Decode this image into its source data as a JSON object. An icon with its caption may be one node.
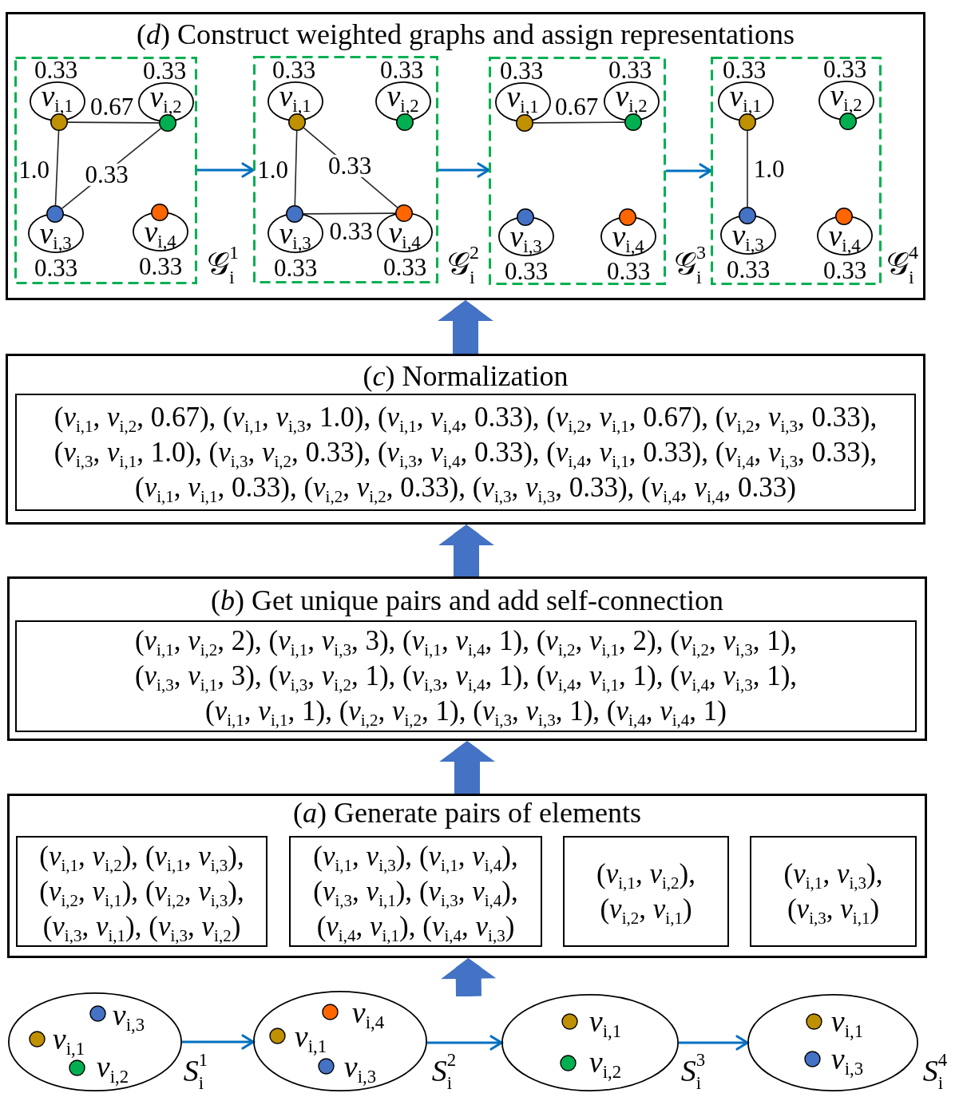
{
  "diagram": {
    "nodes": [
      {
        "text": [
          "(*d*) Construct weighted graphs and assign representations"
        ]
      },
      {
        "text": [],
        "shape": "box",
        "beside": [
          "𝒢$_{i}$$^{1}$"
        ],
        "in": 0
      },
      {
        "text": [
          "*v*$_{i,1}$"
        ],
        "beside": [
          "0.33"
        ],
        "in": 1
      },
      {
        "text": [],
        "shape": "circle",
        "in": 1
      },
      {
        "text": [
          "*v*$_{i,2}$"
        ],
        "beside": [
          "0.33"
        ],
        "in": 1
      },
      {
        "text": [],
        "shape": "circle",
        "in": 1
      },
      {
        "text": [
          "*v*$_{i,3}$"
        ],
        "beside": [
          "0.33"
        ],
        "in": 1
      },
      {
        "text": [],
        "shape": "circle",
        "in": 1
      },
      {
        "text": [
          "*v*$_{i,4}$"
        ],
        "beside": [
          "0.33"
        ],
        "in": 1
      },
      {
        "text": [],
        "shape": "circle",
        "in": 1
      },
      {
        "text": [],
        "shape": "box",
        "beside": [
          "𝒢$_{i}$$^{2}$"
        ],
        "in": 0
      },
      {
        "text": [
          "*v*$_{i,1}$"
        ],
        "beside": [
          "0.33"
        ],
        "in": 10
      },
      {
        "text": [],
        "shape": "circle",
        "in": 10
      },
      {
        "text": [
          "*v*$_{i,2}$"
        ],
        "beside": [
          "0.33"
        ],
        "in": 10
      },
      {
        "text": [],
        "shape": "circle",
        "in": 10
      },
      {
        "text": [
          "*v*$_{i,3}$"
        ],
        "beside": [
          "0.33"
        ],
        "in": 10
      },
      {
        "text": [],
        "shape": "circle",
        "in": 10
      },
      {
        "text": [
          "*v*$_{i,4}$"
        ],
        "beside": [
          "0.33"
        ],
        "in": 10
      },
      {
        "text": [],
        "shape": "circle",
        "in": 10
      },
      {
        "text": [],
        "shape": "box",
        "beside": [
          "𝒢$_{i}$$^{3}$"
        ],
        "in": 0
      },
      {
        "text": [
          "*v*$_{i,1}$"
        ],
        "beside": [
          "0.33"
        ],
        "in": 19
      },
      {
        "text": [],
        "shape": "circle",
        "in": 19
      },
      {
        "text": [
          "*v*$_{i,2}$"
        ],
        "beside": [
          "0.33"
        ],
        "in": 19
      },
      {
        "text": [],
        "shape": "circle",
        "in": 19
      },
      {
        "text": [
          "*v*$_{i,3}$"
        ],
        "beside": [
          "0.33"
        ],
        "in": 19
      },
      {
        "text": [],
        "shape": "circle",
        "in": 19
      },
      {
        "text": [
          "*v*$_{i,4}$"
        ],
        "beside": [
          "0.33"
        ],
        "in": 19
      },
      {
        "text": [],
        "shape": "circle",
        "in": 19
      },
      {
        "text": [],
        "shape": "box",
        "beside": [
          "𝒢$_{i}$$^{4}$"
        ],
        "in": 0
      },
      {
        "text": [
          "*v*$_{i,1}$"
        ],
        "beside": [
          "0.33"
        ],
        "in": 28
      },
      {
        "text": [],
        "shape": "circle",
        "in": 28
      },
      {
        "text": [
          "*v*$_{i,2}$"
        ],
        "beside": [
          "0.33"
        ],
        "in": 28
      },
      {
        "text": [],
        "shape": "circle",
        "in": 28
      },
      {
        "text": [
          "*v*$_{i,3}$"
        ],
        "beside": [
          "0.33"
        ],
        "in": 28
      },
      {
        "text": [],
        "shape": "circle",
        "in": 28
      },
      {
        "text": [
          "*v*$_{i,4}$"
        ],
        "beside": [
          "0.33"
        ],
        "in": 28
      },
      {
        "text": [],
        "shape": "circle",
        "in": 28
      },
      {
        "text": [
          "(*c*) Normalization"
        ]
      },
      {
        "text": [
          "(*v*$_{i,1}$, *v*$_{i,2}$, 0.67), (*v*$_{i,1}$, *v*$_{i,3}$, 1.0), (*v*$_{i,1}$, *v*$_{i,4}$, 0.33), (*v*$_{i,2}$, *v*$_{i,1}$, 0.67), (*v*$_{i,2}$, *v*$_{i,3}$, 0.33), (*v*$_{i,3}$, *v*$_{i,1}$, 1.0), (*v*$_{i,3}$, *v*$_{i,2}$, 0.33), (*v*$_{i,3}$, *v*$_{i,4}$, 0.33), (*v*$_{i,4}$, *v*$_{i,1}$, 0.33), (*v*$_{i,4}$, *v*$_{i,3}$, 0.33), (*v*$_{i,1}$, *v*$_{i,1}$, 0.33), (*v*$_{i,2}$, *v*$_{i,2}$, 0.33), (*v*$_{i,3}$, *v*$_{i,3}$, 0.33), (*v*$_{i,4}$, *v*$_{i,4}$, 0.33)"
        ],
        "in": 37
      },
      {
        "text": [
          "(*b*) Get unique pairs and add self-connection"
        ]
      },
      {
        "text": [
          "(*v*$_{i,1}$, *v*$_{i,2}$, 2), (*v*$_{i,1}$, *v*$_{i,3}$, 3), (*v*$_{i,1}$, *v*$_{i,4}$, 1), (*v*$_{i,2}$, *v*$_{i,1}$, 2), (*v*$_{i,2}$, *v*$_{i,3}$, 1), (*v*$_{i,3}$, *v*$_{i,1}$, 3), (*v*$_{i,3}$, *v*$_{i,2}$, 1), (*v*$_{i,3}$, *v*$_{i,4}$, 1), (*v*$_{i,4}$, *v*$_{i,1}$, 1), (*v*$_{i,4}$, *v*$_{i,3}$, 1), (*v*$_{i,1}$, *v*$_{i,1}$, 1), (*v*$_{i,2}$, *v*$_{i,2}$, 1), (*v*$_{i,3}$, *v*$_{i,3}$, 1), (*v*$_{i,4}$, *v*$_{i,4}$, 1)"
        ],
        "in": 39
      },
      {
        "text": [
          "(*a*) Generate pairs of elements"
        ]
      },
      {
        "text": [
          "(*v*$_{i,1}$, *v*$_{i,2}$), (*v*$_{i,1}$, *v*$_{i,3}$), (*v*$_{i,2}$, *v*$_{i,1}$), (*v*$_{i,2}$, *v*$_{i,3}$), (*v*$_{i,3}$, *v*$_{i,1}$), (*v*$_{i,3}$, *v*$_{i,2}$)"
        ],
        "in": 41
      },
      {
        "text": [
          "(*v*$_{i,1}$, *v*$_{i,3}$), (*v*$_{i,1}$, *v*$_{i,4}$), (*v*$_{i,3}$, *v*$_{i,1}$), (*v*$_{i,3}$, *v*$_{i,4}$), (*v*$_{i,4}$, *v*$_{i,1}$), (*v*$_{i,4}$, *v*$_{i,3}$)"
        ],
        "in": 41
      },
      {
        "text": [
          "(*v*$_{i,1}$, *v*$_{i,2}$), (*v*$_{i,2}$, *v*$_{i,1}$)"
        ],
        "in": 41
      },
      {
        "text": [
          "(*v*$_{i,1}$, *v*$_{i,3}$), (*v*$_{i,3}$, *v*$_{i,1}$)"
        ],
        "in": 41
      },
      {
        "text": [
          "*v*$_{i,3}$",
          "*v*$_{i,1}$",
          "*v*$_{i,2}$"
        ],
        "beside": [
          "*S*$_{i}$$^{1}$"
        ]
      },
      {
        "text": [
          "*v*$_{i,4}$",
          "*v*$_{i,1}$",
          "*v*$_{i,3}$"
        ],
        "beside": [
          "*S*$_{i}$$^{2}$"
        ]
      },
      {
        "text": [
          "*v*$_{i,1}$",
          "*v*$_{i,2}$"
        ],
        "beside": [
          "*S*$_{i}$$^{3}$"
        ]
      },
      {
        "text": [
          "*v*$_{i,1}$",
          "*v*$_{i,3}$"
        ],
        "beside": [
          "*S*$_{i}$$^{4}$"
        ]
      }
    ],
    "edges": [
      {
        "from": 3,
        "to": 5,
        "arrow": "none",
        "label": "0.67"
      },
      {
        "from": 3,
        "to": 7,
        "arrow": "none",
        "label": "1.0"
      },
      {
        "from": 5,
        "to": 7,
        "arrow": "none",
        "label": "0.33"
      },
      {
        "from": 1,
        "to": 10,
        "arrow": "to",
        "color": "#0070c0"
      },
      {
        "from": 12,
        "to": 16,
        "arrow": "none",
        "label": "1.0"
      },
      {
        "from": 12,
        "to": 18,
        "arrow": "none",
        "label": "0.33"
      },
      {
        "from": 16,
        "to": 18,
        "arrow": "none",
        "label": "0.33"
      },
      {
        "from": 10,
        "to": 19,
        "arrow": "to",
        "color": "#0070c0"
      },
      {
        "from": 21,
        "to": 23,
        "arrow": "none",
        "label": "0.67"
      },
      {
        "from": 19,
        "to": 28,
        "arrow": "to",
        "color": "#0070c0"
      },
      {
        "from": 30,
        "to": 34,
        "arrow": "none",
        "label": "1.0"
      },
      {
        "from": 37,
        "to": 0,
        "arrow": "to",
        "style": "thick",
        "color": "#4472c4"
      },
      {
        "from": 39,
        "to": 37,
        "arrow": "to",
        "style": "thick",
        "color": "#4472c4"
      },
      {
        "from": 41,
        "to": 39,
        "arrow": "to",
        "style": "thick",
        "color": "#4472c4"
      },
      {
        "from": null,
        "to": 41,
        "arrow": "to",
        "style": "thick",
        "color": "#4472c4"
      },
      {
        "from": 46,
        "to": 47,
        "arrow": "to",
        "color": "#0070c0"
      },
      {
        "from": 47,
        "to": 48,
        "arrow": "to",
        "color": "#0070c0"
      },
      {
        "from": 48,
        "to": 49,
        "arrow": "to",
        "color": "#0070c0"
      }
    ]
  }
}
